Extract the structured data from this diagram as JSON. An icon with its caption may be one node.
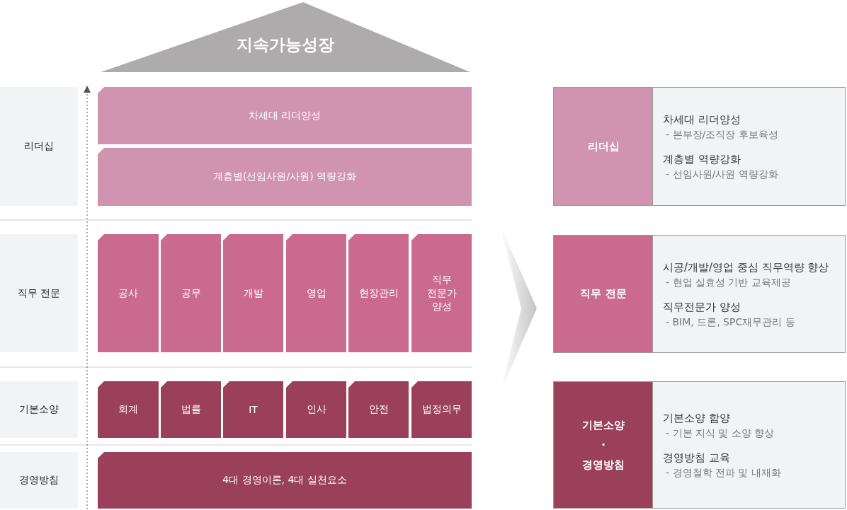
{
  "diagram": {
    "nodes": [
      {
        "text": [
          "지속가능성장"
        ]
      },
      {
        "text": [
          "리더십"
        ]
      },
      {
        "text": [
          "직무 전문"
        ]
      },
      {
        "text": [
          "기본소양"
        ]
      },
      {
        "text": [
          "경영방침"
        ]
      },
      {
        "text": [
          "차세대 리더양성"
        ]
      },
      {
        "text": [
          "계층별(선임사원/사원) 역량강화"
        ]
      },
      {
        "text": [
          "공사"
        ]
      },
      {
        "text": [
          "공무"
        ]
      },
      {
        "text": [
          "개발"
        ]
      },
      {
        "text": [
          "영업"
        ]
      },
      {
        "text": [
          "현장관리"
        ]
      },
      {
        "text": [
          "직무 전문가 양성"
        ]
      },
      {
        "text": [
          "회계"
        ]
      },
      {
        "text": [
          "법률"
        ]
      },
      {
        "text": [
          "IT"
        ]
      },
      {
        "text": [
          "인사"
        ]
      },
      {
        "text": [
          "안전"
        ]
      },
      {
        "text": [
          "법정의무"
        ]
      },
      {
        "text": [
          "4대 경영이론, 4대 실천요소"
        ]
      },
      {
        "text": [],
        "shape": "chevron"
      },
      {
        "text": [
          "리더십"
        ]
      },
      {
        "text": [
          "차세대 리더양성",
          "- 본부장/조직장 후보육성",
          "계층별 역량강화",
          "- 선임사원/사원 역량강화"
        ]
      },
      {
        "text": [
          "직무 전문"
        ]
      },
      {
        "text": [
          "시공/개발/영업 중심 직무역량 향상",
          "- 현업 실효성 기반 교육제공",
          "직무전문가 양성",
          "- BIM, 드론, SPC재무관리 등"
        ]
      },
      {
        "text": [
          "기본소양 · 경영방침"
        ]
      },
      {
        "text": [
          "기본소양 함양",
          "- 기본 지식 및 소양 향상",
          "경영방침 교육",
          "- 경영철학 전파 및 내재화"
        ]
      }
    ]
  }
}
